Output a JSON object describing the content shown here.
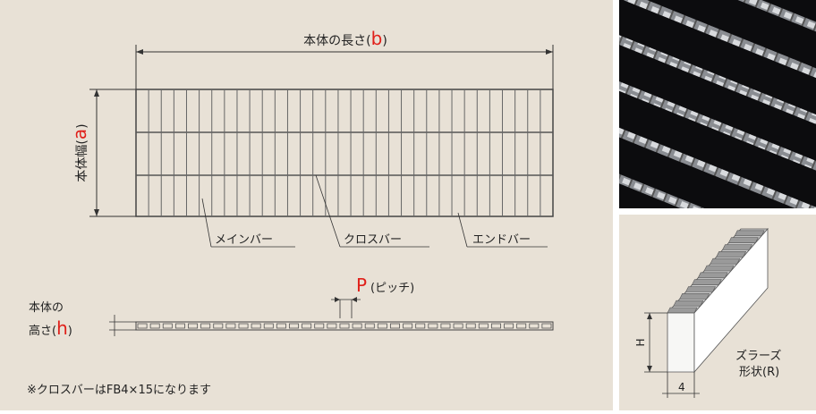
{
  "diagram": {
    "length_label_prefix": "本体の長さ(",
    "length_symbol": "b",
    "length_label_suffix": ")",
    "width_label_prefix": "本体幅(",
    "width_symbol": "a",
    "width_label_suffix": ")",
    "height_label_line1": "本体の",
    "height_label_prefix": "高さ(",
    "height_symbol": "h",
    "height_label_suffix": ")",
    "pitch_symbol": "P",
    "pitch_label": "(ピッチ)",
    "main_bar_label": "メインバー",
    "cross_bar_label": "クロスバー",
    "end_bar_label": "エンドバー",
    "note": "※クロスバーはFB4×15になります"
  },
  "profile": {
    "height_label": "H",
    "thickness_label": "4",
    "shape_label_line1": "ズラーズ",
    "shape_label_line2": "形状(R)"
  },
  "colors": {
    "background": "#e8e1d6",
    "accent_red": "#e0201a",
    "line": "#333333"
  }
}
